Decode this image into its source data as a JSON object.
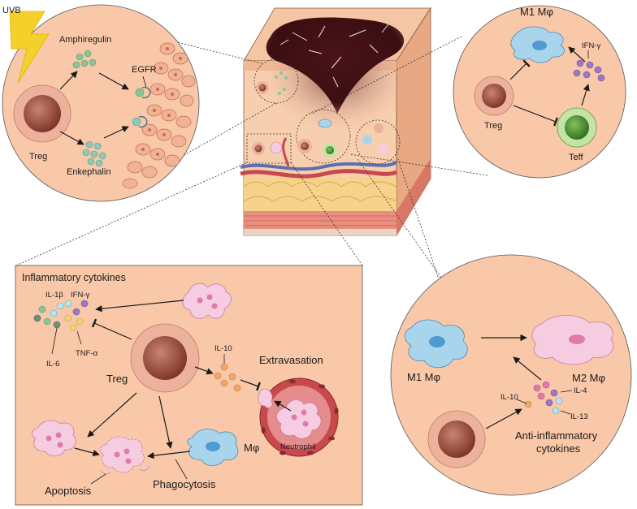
{
  "colors": {
    "panel_fill": "#f9c8a8",
    "cell_treg_outer": "#ecb29b",
    "cell_treg_inner": "#9c4a3c",
    "teff_green": "#5a9a3a",
    "macrophage_blue": "#a9d5ec",
    "macrophage_pink": "#f6cde0",
    "vessel_red": "#c8494c",
    "scab_dark": "#3b0f12",
    "cytokine_green": "#8cc49a",
    "cytokine_purple": "#9b79c6",
    "cytokine_orange": "#f1a86c"
  },
  "top_left_circle": {
    "stimulus": "UVB",
    "cytokine_top": "Amphiregulin",
    "receptor": "EGFR",
    "cell": "Treg",
    "cytokine_bottom": "Enkephalin"
  },
  "top_right_circle": {
    "macrophage": "M1 Mφ",
    "cytokine": "IFN-γ",
    "treg": "Treg",
    "teff": "Teff"
  },
  "bottom_left_panel": {
    "title": "Inflammatory cytokines",
    "il1b": "IL-1β",
    "ifng": "IFN-γ",
    "il6": "IL-6",
    "tnfa": "TNF-α",
    "treg": "Treg",
    "il10": "IL-10",
    "extravasation": "Extravasation",
    "neutrophil": "Neutrophil",
    "macrophage": "Mφ",
    "apoptosis": "Apoptosis",
    "phagocytosis": "Phagocytosis"
  },
  "bottom_right_circle": {
    "m1": "M1 Mφ",
    "m2": "M2 Mφ",
    "il10": "IL-10",
    "il4": "IL-4",
    "il13": "IL-13",
    "anti_line1": "Anti-inflammatory",
    "anti_line2": "cytokines"
  }
}
